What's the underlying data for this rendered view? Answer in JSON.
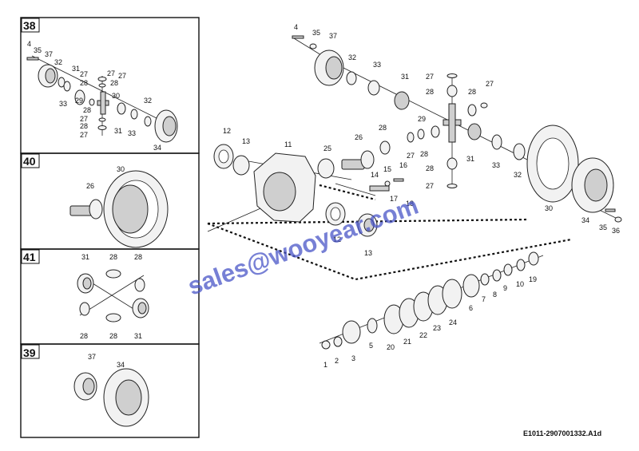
{
  "watermark": "sales@wooyear.com",
  "drawing_code": "E1011-2907001332.A1d",
  "insets": [
    {
      "id": "38",
      "labels": [
        "4",
        "35",
        "37",
        "32",
        "31",
        "27",
        "27",
        "28",
        "27",
        "28",
        "33",
        "29",
        "30",
        "27",
        "28",
        "32",
        "28",
        "31",
        "33",
        "27",
        "34"
      ]
    },
    {
      "id": "40",
      "labels": [
        "26",
        "30"
      ]
    },
    {
      "id": "41",
      "labels": [
        "31",
        "28",
        "28",
        "28",
        "28",
        "31"
      ]
    },
    {
      "id": "39",
      "labels": [
        "37",
        "34"
      ]
    }
  ],
  "main_labels": [
    "4",
    "35",
    "37",
    "32",
    "33",
    "31",
    "27",
    "28",
    "28",
    "27",
    "29",
    "31",
    "33",
    "32",
    "30",
    "34",
    "35",
    "36",
    "12",
    "13",
    "11",
    "25",
    "26",
    "28",
    "27",
    "28",
    "14",
    "15",
    "16",
    "17",
    "18",
    "12",
    "13",
    "28",
    "27",
    "19",
    "10",
    "9",
    "8",
    "7",
    "6",
    "20",
    "21",
    "22",
    "23",
    "24",
    "5",
    "3",
    "2",
    "1"
  ]
}
